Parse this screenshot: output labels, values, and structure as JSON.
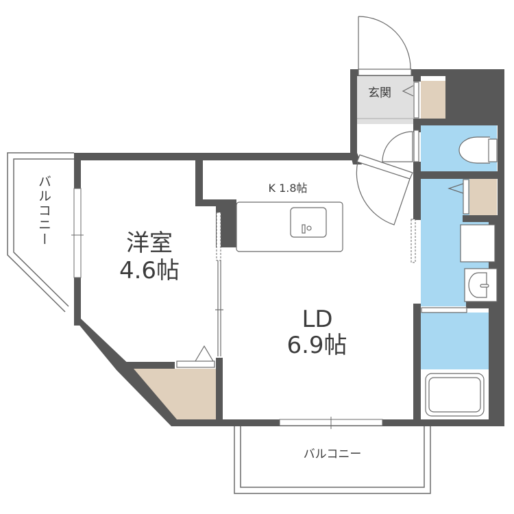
{
  "floorplan": {
    "colors": {
      "wall": "#585858",
      "wet_area": "#a8d8f2",
      "storage": "#e0d0bc",
      "entrance": "#e0e0e0",
      "line": "#6a6a6a",
      "background": "#ffffff"
    },
    "rooms": {
      "western_room": {
        "name": "洋室",
        "size": "4.6帖"
      },
      "living_dining": {
        "name": "LD",
        "size": "6.9帖"
      },
      "kitchen": {
        "label": "K 1.8帖"
      },
      "entrance": {
        "label": "玄関"
      },
      "balcony_west": {
        "label": "バルコニー"
      },
      "balcony_south": {
        "label": "バルコニー"
      }
    },
    "fixtures": [
      "toilet",
      "washing-machine-space",
      "washbasin",
      "bathtub",
      "kitchen-sink",
      "closet",
      "shoe-cabinet",
      "storage"
    ]
  }
}
